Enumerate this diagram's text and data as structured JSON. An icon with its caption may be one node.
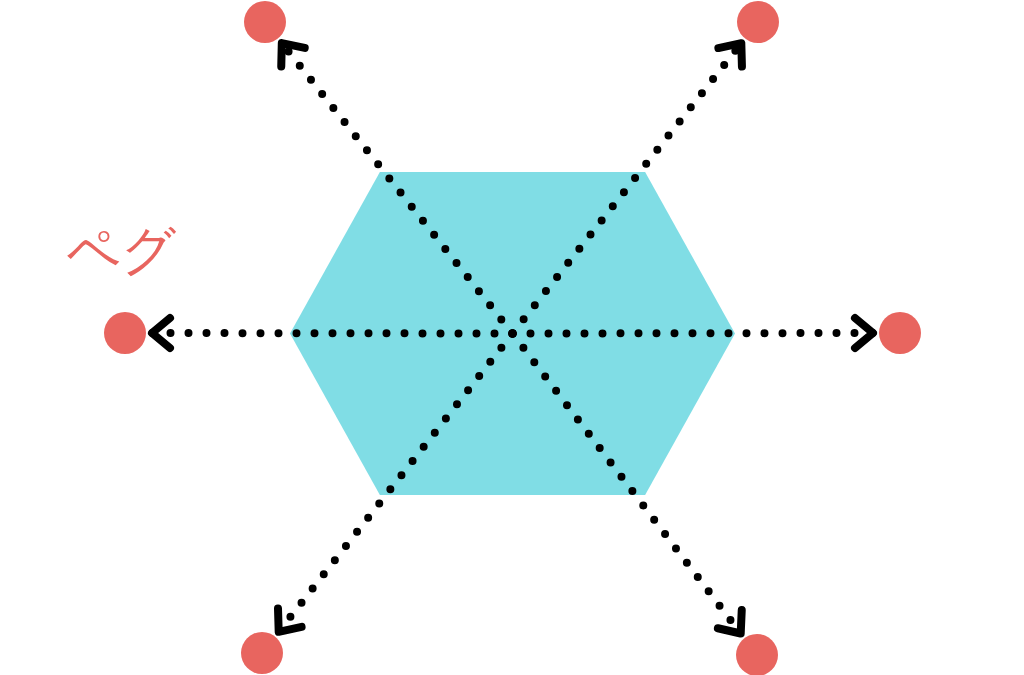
{
  "diagram": {
    "nodes": [
      {
        "text": [],
        "shape": "circle"
      },
      {
        "text": [],
        "shape": "circle"
      },
      {
        "text": [],
        "shape": "hexagon"
      },
      {
        "text": [],
        "shape": "circle",
        "beside": [
          "ペグ"
        ]
      },
      {
        "text": [],
        "shape": "circle"
      },
      {
        "text": [],
        "shape": "circle"
      },
      {
        "text": [],
        "shape": "circle"
      }
    ],
    "edges": [
      {
        "from": 2,
        "to": 0,
        "arrow": "to",
        "style": "dashed"
      },
      {
        "from": 2,
        "to": 1,
        "arrow": "to",
        "style": "dashed"
      },
      {
        "from": 2,
        "to": 3,
        "arrow": "to",
        "style": "dashed"
      },
      {
        "from": 2,
        "to": 4,
        "arrow": "to",
        "style": "dashed"
      },
      {
        "from": 2,
        "to": 5,
        "arrow": "to",
        "style": "dashed"
      },
      {
        "from": 2,
        "to": 6,
        "arrow": "to",
        "style": "dashed"
      }
    ]
  }
}
